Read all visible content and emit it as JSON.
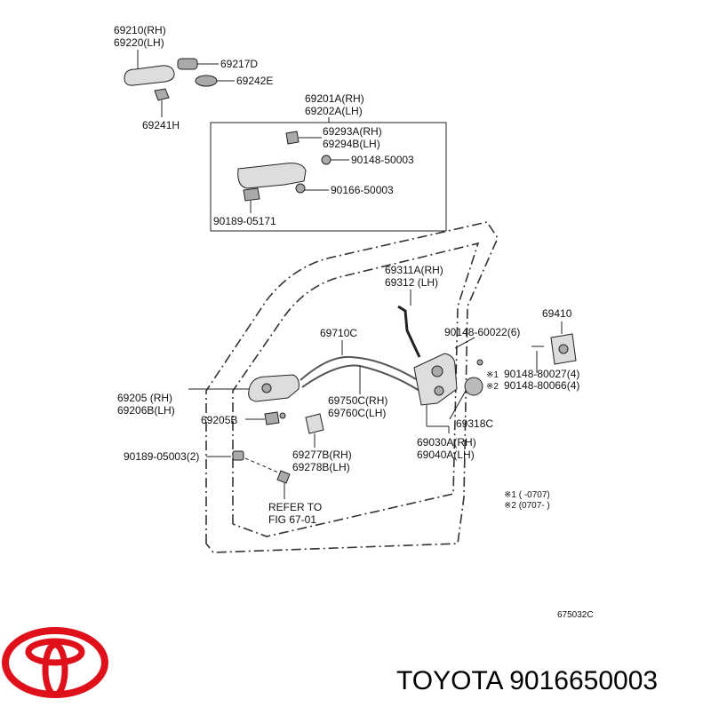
{
  "labels": {
    "p69210": "69210(RH)",
    "p69220": "69220(LH)",
    "p69217d": "69217D",
    "p69242e": "69242E",
    "p69241h": "69241H",
    "p69201a": "69201A(RH)",
    "p69202a": "69202A(LH)",
    "p69293a": "69293A(RH)",
    "p69294b": "69294B(LH)",
    "p90148_50003": "90148-50003",
    "p90166_50003": "90166-50003",
    "p90189_05171": "90189-05171",
    "p69311a": "69311A(RH)",
    "p69312": "69312 (LH)",
    "p69410": "69410",
    "p69710c": "69710C",
    "p90148_60022": "90148-60022(6)",
    "p90148_80027": "90148-80027(4)",
    "p90148_80066": "90148-80066(4)",
    "p69205": "69205 (RH)",
    "p69206b": "69206B(LH)",
    "p69205b": "69205B",
    "p69750c": "69750C(RH)",
    "p69760c": "69760C(LH)",
    "p69318c": "69318C",
    "p69030a": "69030A(RH)",
    "p69040a": "69040A(LH)",
    "p90189_05003": "90189-05003(2)",
    "p69277b": "69277B(RH)",
    "p69278b": "69278B(LH)",
    "refer1": "REFER TO",
    "refer2": "FIG 67-01",
    "mark1": "※1",
    "mark2": "※2",
    "note1": "※1 (        -0707)",
    "note2": "※2 (0707-        )",
    "figure_id": "675032C"
  },
  "footer": {
    "brand_part": "TOYOTA 9016650003"
  },
  "colors": {
    "logo": "#e0101b",
    "text": "#111111",
    "line": "#222222"
  },
  "icons": {
    "logo": "toyota-logo-icon"
  }
}
